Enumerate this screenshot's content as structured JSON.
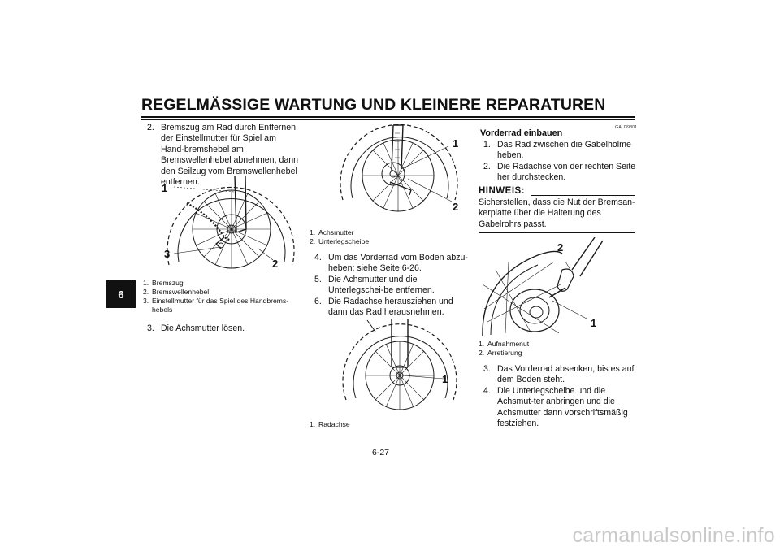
{
  "header": {
    "title": "REGELMÄSSIGE WARTUNG UND KLEINERE REPARATUREN"
  },
  "chapter_tab": "6",
  "page_number": "6-27",
  "column1": {
    "step2": {
      "num": "2.",
      "text": "Bremszug am Rad durch Entfernen der Einstellmutter für Spiel am Hand-bremshebel am Bremswellenhebel abnehmen, dann den Seilzug vom Bremswellenhebel entfernen."
    },
    "figure1": {
      "labels": [
        "1",
        "3",
        "2"
      ]
    },
    "captions": [
      {
        "num": "1.",
        "text": "Bremszug"
      },
      {
        "num": "2.",
        "text": "Bremswellenhebel"
      },
      {
        "num": "3.",
        "text": "Einstellmutter für das Spiel des Handbrems-hebels"
      }
    ],
    "step3": {
      "num": "3.",
      "text": "Die Achsmutter lösen."
    }
  },
  "column2": {
    "figure2": {
      "labels": [
        "1",
        "2"
      ]
    },
    "captions_a": [
      {
        "num": "1.",
        "text": "Achsmutter"
      },
      {
        "num": "2.",
        "text": "Unterlegscheibe"
      }
    ],
    "steps": [
      {
        "num": "4.",
        "text": "Um das Vorderrad vom Boden abzu-heben; siehe Seite 6-26."
      },
      {
        "num": "5.",
        "text": "Die Achsmutter und die Unterlegschei-be entfernen."
      },
      {
        "num": "6.",
        "text": "Die Radachse herausziehen und dann das Rad herausnehmen."
      }
    ],
    "figure3": {
      "labels": [
        "1"
      ]
    },
    "captions_b": [
      {
        "num": "1.",
        "text": "Radachse"
      }
    ]
  },
  "column3": {
    "code": "GAU39801",
    "heading": "Vorderrad einbauen",
    "steps_a": [
      {
        "num": "1.",
        "text": "Das Rad zwischen die Gabelholme heben."
      },
      {
        "num": "2.",
        "text": "Die Radachse von der rechten Seite her durchstecken."
      }
    ],
    "hinweis": {
      "label": "HINWEIS:",
      "text": "Sicherstellen, dass die Nut der Bremsan-kerplatte über die Halterung des Gabelrohrs passt."
    },
    "figure4": {
      "labels": [
        "2",
        "1"
      ]
    },
    "captions": [
      {
        "num": "1.",
        "text": "Aufnahmenut"
      },
      {
        "num": "2.",
        "text": "Arretierung"
      }
    ],
    "steps_b": [
      {
        "num": "3.",
        "text": "Das Vorderrad absenken, bis es auf dem Boden steht."
      },
      {
        "num": "4.",
        "text": "Die Unterlegscheibe und die Achsmut-ter anbringen und die Achsmutter dann vorschriftsmäßig festziehen."
      }
    ]
  },
  "footer": {
    "watermark": "carmanualsonline.info"
  }
}
